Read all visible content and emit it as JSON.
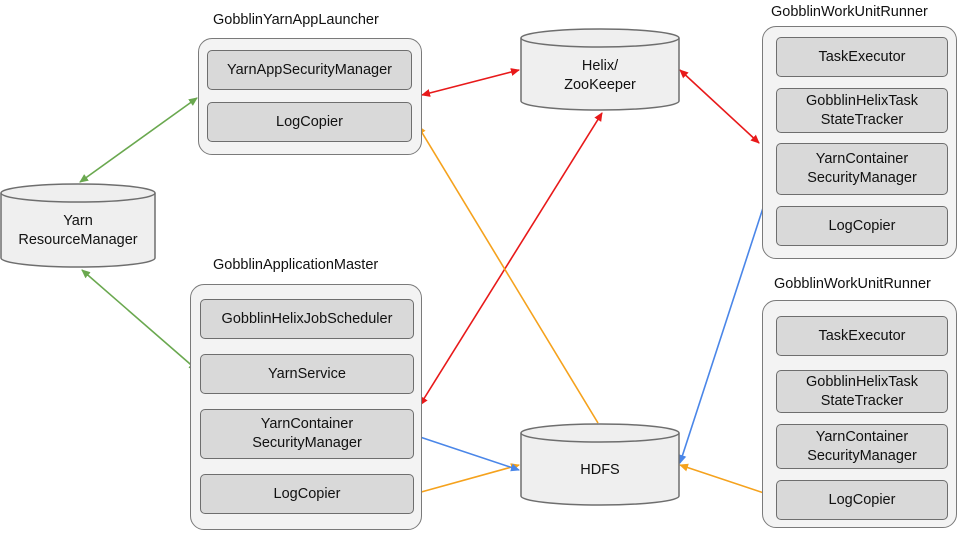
{
  "colors": {
    "green": "#6aa84f",
    "red": "#e8191a",
    "orange": "#f5a21d",
    "blue": "#4a86e8"
  },
  "launcher": {
    "title": "GobblinYarnAppLauncher",
    "components": [
      "YarnAppSecurityManager",
      "LogCopier"
    ]
  },
  "app_master": {
    "title": "GobblinApplicationMaster",
    "components": [
      "GobblinHelixJobScheduler",
      "YarnService",
      "YarnContainer\nSecurityManager",
      "LogCopier"
    ]
  },
  "runner_top": {
    "title": "GobblinWorkUnitRunner",
    "components": [
      "TaskExecutor",
      "GobblinHelixTask\nStateTracker",
      "YarnContainer\nSecurityManager",
      "LogCopier"
    ]
  },
  "runner_bottom": {
    "title": "GobblinWorkUnitRunner",
    "components": [
      "TaskExecutor",
      "GobblinHelixTask\nStateTracker",
      "YarnContainer\nSecurityManager",
      "LogCopier"
    ]
  },
  "stores": {
    "resource_manager": "Yarn\nResourceManager",
    "zookeeper": "Helix/\nZooKeeper",
    "hdfs": "HDFS"
  }
}
